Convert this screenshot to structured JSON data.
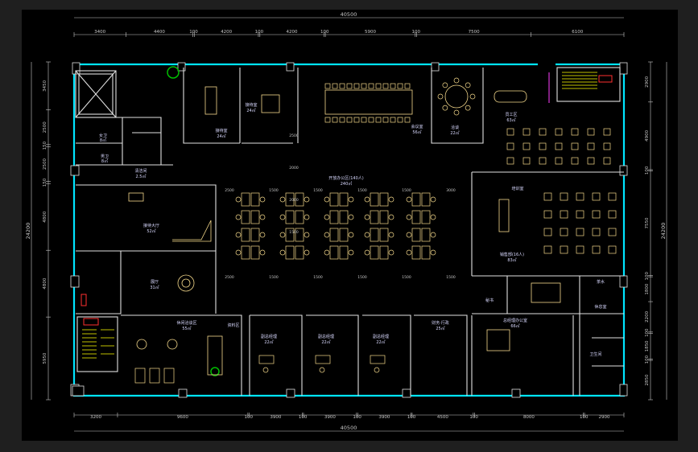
{
  "drawing": {
    "colors": {
      "viewport": "#000000",
      "frame": "#2a2a2a",
      "wall_outer": "#00e5ff",
      "wall": "#e0e0e0",
      "furniture": "#f5d98b",
      "dim": "#c8c8c8",
      "label": "#d9d9ff",
      "accent_red": "#ff3030",
      "accent_green": "#00c000",
      "accent_yellow": "#ffff00",
      "accent_magenta": "#ff40ff"
    },
    "top_total": "40500",
    "top_segments": [
      "3400",
      "4400",
      "100",
      "4200",
      "100",
      "4200",
      "100",
      "5900",
      "100",
      "7500",
      "6100"
    ],
    "bottom_total": "40500",
    "bottom_segments": [
      "3200",
      "9600",
      "100",
      "3900",
      "100",
      "3900",
      "100",
      "3900",
      "100",
      "4500",
      "100",
      "8000",
      "100",
      "2900"
    ],
    "left_total": "24200",
    "left_segments": [
      "3450",
      "2500",
      "150",
      "2500",
      "150",
      "4800",
      "4800",
      "5950"
    ],
    "right_total": "24200",
    "right_segments": [
      "2900",
      "4900",
      "100",
      "7550",
      "100",
      "1800",
      "2200",
      "100",
      "1850",
      "100",
      "2850"
    ],
    "rooms": {
      "meeting_a": {
        "name": "接待室",
        "area": "24㎡"
      },
      "reception_room": {
        "name": "接待室",
        "area": "24㎡"
      },
      "conference": {
        "name": "会议室",
        "area": "56㎡"
      },
      "round_room": {
        "name": "洽谈",
        "area": "22㎡"
      },
      "staff": {
        "name": "员工区",
        "area": "63㎡"
      },
      "toilet_w": {
        "name": "女卫",
        "area": "8㎡"
      },
      "toilet_m": {
        "name": "男卫",
        "area": "8㎡"
      },
      "washroom": {
        "name": "清洁间",
        "area": "2.5㎡"
      },
      "open_office": {
        "name": "开放办公区(140人)",
        "area": "240㎡"
      },
      "training": {
        "name": "培训室",
        "area": ""
      },
      "sales": {
        "name": "销售部(16人)",
        "area": "83㎡"
      },
      "lobby": {
        "name": "接待大厅",
        "area": "52㎡"
      },
      "exhibition": {
        "name": "展厅",
        "area": "31㎡"
      },
      "lounge": {
        "name": "休闲洽谈区",
        "area": "55㎡"
      },
      "library": {
        "name": "资料区",
        "area": ""
      },
      "gm1": {
        "name": "副总经理",
        "area": "22㎡"
      },
      "gm2": {
        "name": "副总经理",
        "area": "22㎡"
      },
      "gm3": {
        "name": "副总经理",
        "area": "22㎡"
      },
      "finance": {
        "name": "财务·行政",
        "area": "25㎡"
      },
      "ceo": {
        "name": "总经理办公室",
        "area": "66㎡"
      },
      "secretary": {
        "name": "秘书",
        "area": ""
      },
      "tea": {
        "name": "茶水",
        "area": ""
      },
      "ceo_rest": {
        "name": "休息室",
        "area": ""
      },
      "ceo_toilet": {
        "name": "卫生间",
        "area": ""
      }
    },
    "inner_dims": [
      "2500",
      "1500",
      "1500",
      "1500",
      "1500",
      "3000",
      "2500",
      "1500",
      "1500",
      "1500",
      "1500",
      "1500",
      "2500",
      "2000",
      "2000",
      "1500"
    ]
  }
}
